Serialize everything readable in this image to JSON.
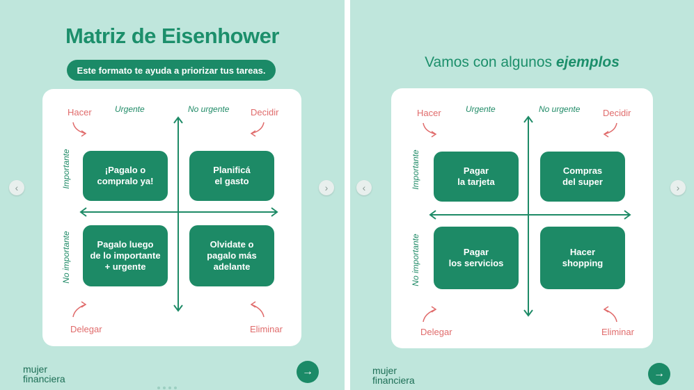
{
  "left": {
    "title": "Matriz de Eisenhower",
    "subtitle": "Este formato te ayuda a priorizar tus tareas.",
    "axis": {
      "top_left": "Urgente",
      "top_right": "No urgente",
      "side_top": "Importante",
      "side_bottom": "No importante"
    },
    "actions": {
      "hacer": "Hacer",
      "decidir": "Decidir",
      "delegar": "Delegar",
      "eliminar": "Eliminar"
    },
    "quadrants": {
      "q1": "¡Pagalo o\ncompralo ya!",
      "q2": "Planificá\nel gasto",
      "q3": "Pagalo luego\nde lo importante\n+ urgente",
      "q4": "Olvidate o\npagalo más\nadelante"
    },
    "logo": {
      "line1": "mujer",
      "line2": "financiera"
    }
  },
  "right": {
    "title_prefix": "Vamos con algunos",
    "title_emphasis": "ejemplos",
    "axis": {
      "top_left": "Urgente",
      "top_right": "No urgente",
      "side_top": "Importante",
      "side_bottom": "No importante"
    },
    "actions": {
      "hacer": "Hacer",
      "decidir": "Decidir",
      "delegar": "Delegar",
      "eliminar": "Eliminar"
    },
    "quadrants": {
      "q1": "Pagar\nla tarjeta",
      "q2": "Compras\ndel super",
      "q3": "Pagar\nlos servicios",
      "q4": "Hacer\nshopping"
    },
    "logo": {
      "line1": "mujer",
      "line2": "financiera"
    }
  },
  "nav": {
    "prev": "‹",
    "next": "›",
    "arrow": "→"
  },
  "colors": {
    "background": "#bfe6dc",
    "accent": "#1b8a67",
    "action": "#e06b6b"
  }
}
